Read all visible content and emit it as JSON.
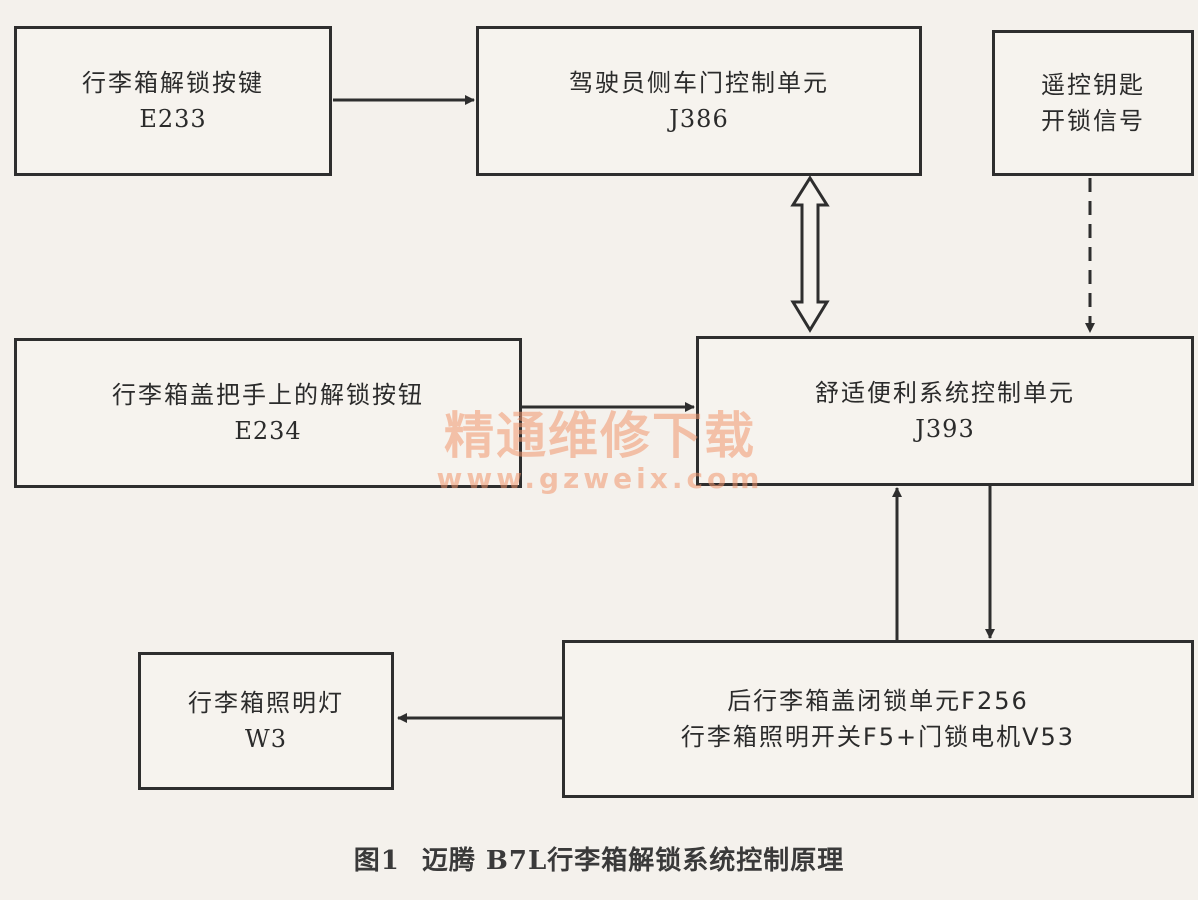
{
  "nodes": {
    "e233": {
      "label": "行李箱解锁按键",
      "code": "E233"
    },
    "j386": {
      "label": "驾驶员侧车门控制单元",
      "code": "J386"
    },
    "remote": {
      "line1": "遥控钥匙",
      "line2": "开锁信号"
    },
    "e234": {
      "label": "行李箱盖把手上的解锁按钮",
      "code": "E234"
    },
    "j393": {
      "label": "舒适便利系统控制单元",
      "code": "J393"
    },
    "w3": {
      "label": "行李箱照明灯",
      "code": "W3"
    },
    "f256": {
      "line1": "后行李箱盖闭锁单元F256",
      "line2": "行李箱照明开关F5+门锁电机V53"
    }
  },
  "watermark": {
    "text": "精通维修下载",
    "url": "www.gzweix.com"
  },
  "caption": {
    "figure": "图1",
    "title": "迈腾 B7L行李箱解锁系统控制原理"
  }
}
